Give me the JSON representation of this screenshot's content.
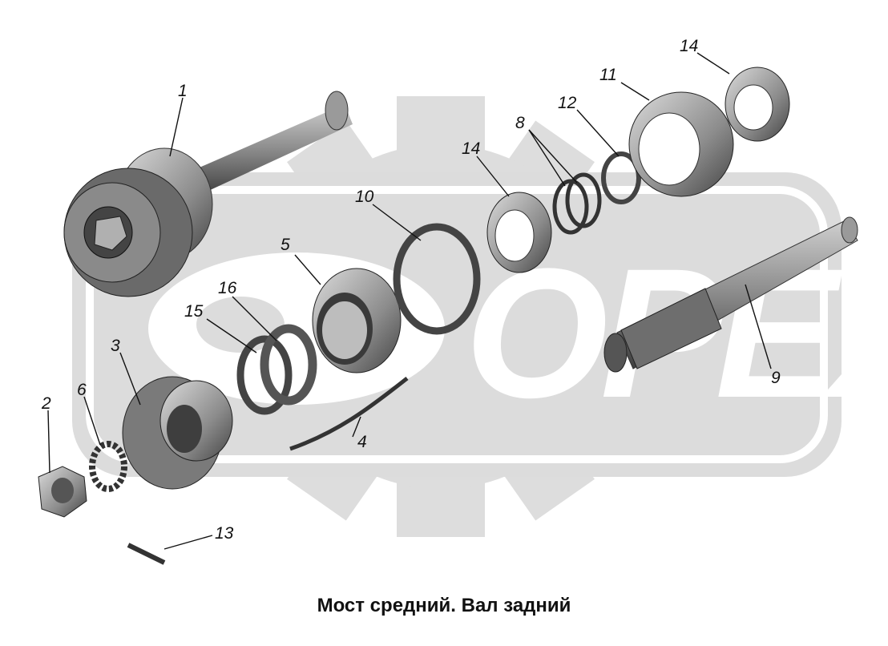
{
  "caption": "Мост средний. Вал задний",
  "watermark": {
    "text": "OPEX",
    "color": "#d9d9d9"
  },
  "colors": {
    "part_dark": "#3a3a3a",
    "part_mid": "#7a7a7a",
    "part_light": "#b8b8b8",
    "leader": "#111111"
  },
  "callouts": [
    {
      "id": "1",
      "label": "1"
    },
    {
      "id": "2",
      "label": "2"
    },
    {
      "id": "3",
      "label": "3"
    },
    {
      "id": "4",
      "label": "4"
    },
    {
      "id": "5",
      "label": "5"
    },
    {
      "id": "6",
      "label": "6"
    },
    {
      "id": "8",
      "label": "8"
    },
    {
      "id": "9",
      "label": "9"
    },
    {
      "id": "10",
      "label": "10"
    },
    {
      "id": "11",
      "label": "11"
    },
    {
      "id": "12",
      "label": "12"
    },
    {
      "id": "13",
      "label": "13"
    },
    {
      "id": "14a",
      "label": "14"
    },
    {
      "id": "14b",
      "label": "14"
    },
    {
      "id": "15",
      "label": "15"
    },
    {
      "id": "16",
      "label": "16"
    }
  ]
}
